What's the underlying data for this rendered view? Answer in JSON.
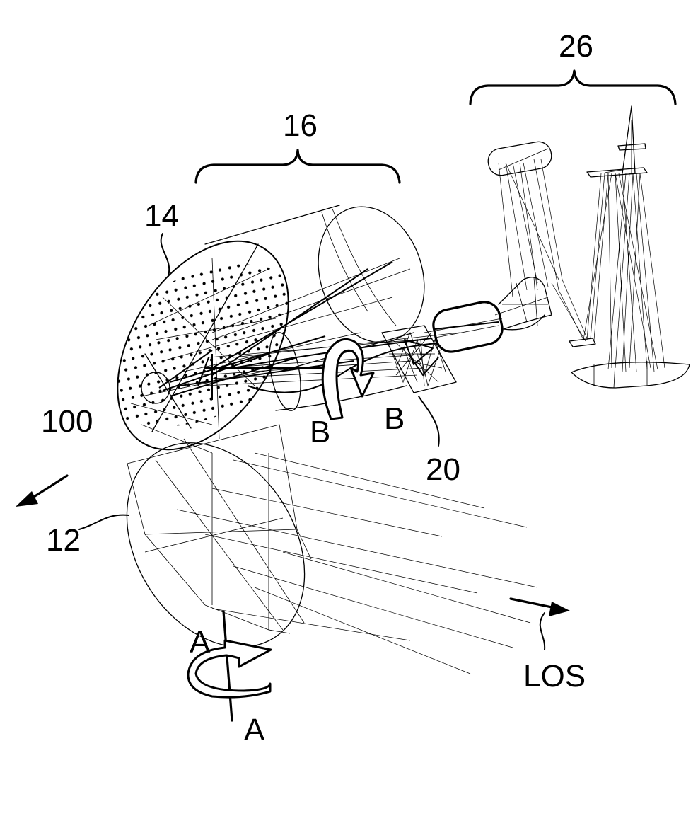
{
  "labels": {
    "system": "100",
    "scan_mirror": "12",
    "primary_mirror": "14",
    "telescope_group": "16",
    "relay": "20",
    "spectrometer_group": "26",
    "axis_a_top": "A",
    "axis_a_bottom": "A",
    "axis_b_left": "B",
    "axis_b_right": "B",
    "line_of_sight": "LOS"
  },
  "colors": {
    "ink": "#000000",
    "paper": "#ffffff"
  }
}
